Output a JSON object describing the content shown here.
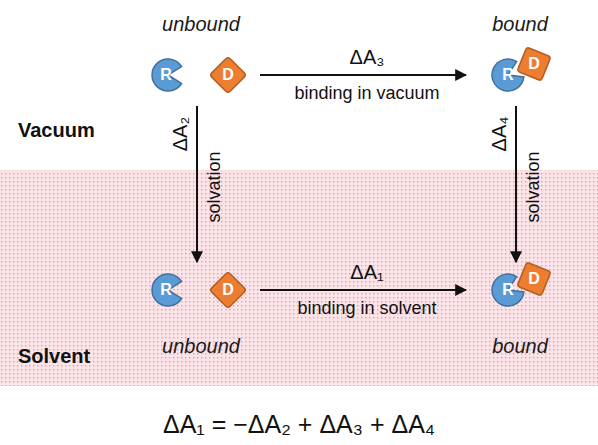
{
  "diagram": {
    "caption": "ΔA₁ = −ΔA₂ + ΔA₃ + ΔA₄",
    "nodes": [
      {
        "text": [
          "unbound"
        ]
      },
      {
        "text": [
          "R"
        ],
        "in": 0
      },
      {
        "text": [
          "D"
        ],
        "in": 0
      },
      {
        "text": [
          "bound"
        ]
      },
      {
        "text": [
          "R"
        ],
        "in": 3
      },
      {
        "text": [
          "D"
        ],
        "in": 3
      },
      {
        "text": [
          "unbound"
        ]
      },
      {
        "text": [
          "R"
        ],
        "in": 6
      },
      {
        "text": [
          "D"
        ],
        "in": 6
      },
      {
        "text": [
          "bound"
        ]
      },
      {
        "text": [
          "R"
        ],
        "in": 9
      },
      {
        "text": [
          "D"
        ],
        "in": 9
      }
    ],
    "edges": [
      {
        "from": 0,
        "to": 3,
        "label": "ΔA₃",
        "arrow": "to"
      },
      {
        "from": 0,
        "to": 6,
        "label": "ΔA₂",
        "arrow": "to"
      },
      {
        "from": 3,
        "to": 9,
        "label": "ΔA₄",
        "arrow": "to"
      },
      {
        "from": 6,
        "to": 9,
        "label": "ΔA₁",
        "arrow": "to"
      }
    ],
    "labels": [
      "Vacuum",
      "binding in vacuum",
      "solvation",
      "solvation",
      "binding in solvent",
      "Solvent"
    ]
  }
}
